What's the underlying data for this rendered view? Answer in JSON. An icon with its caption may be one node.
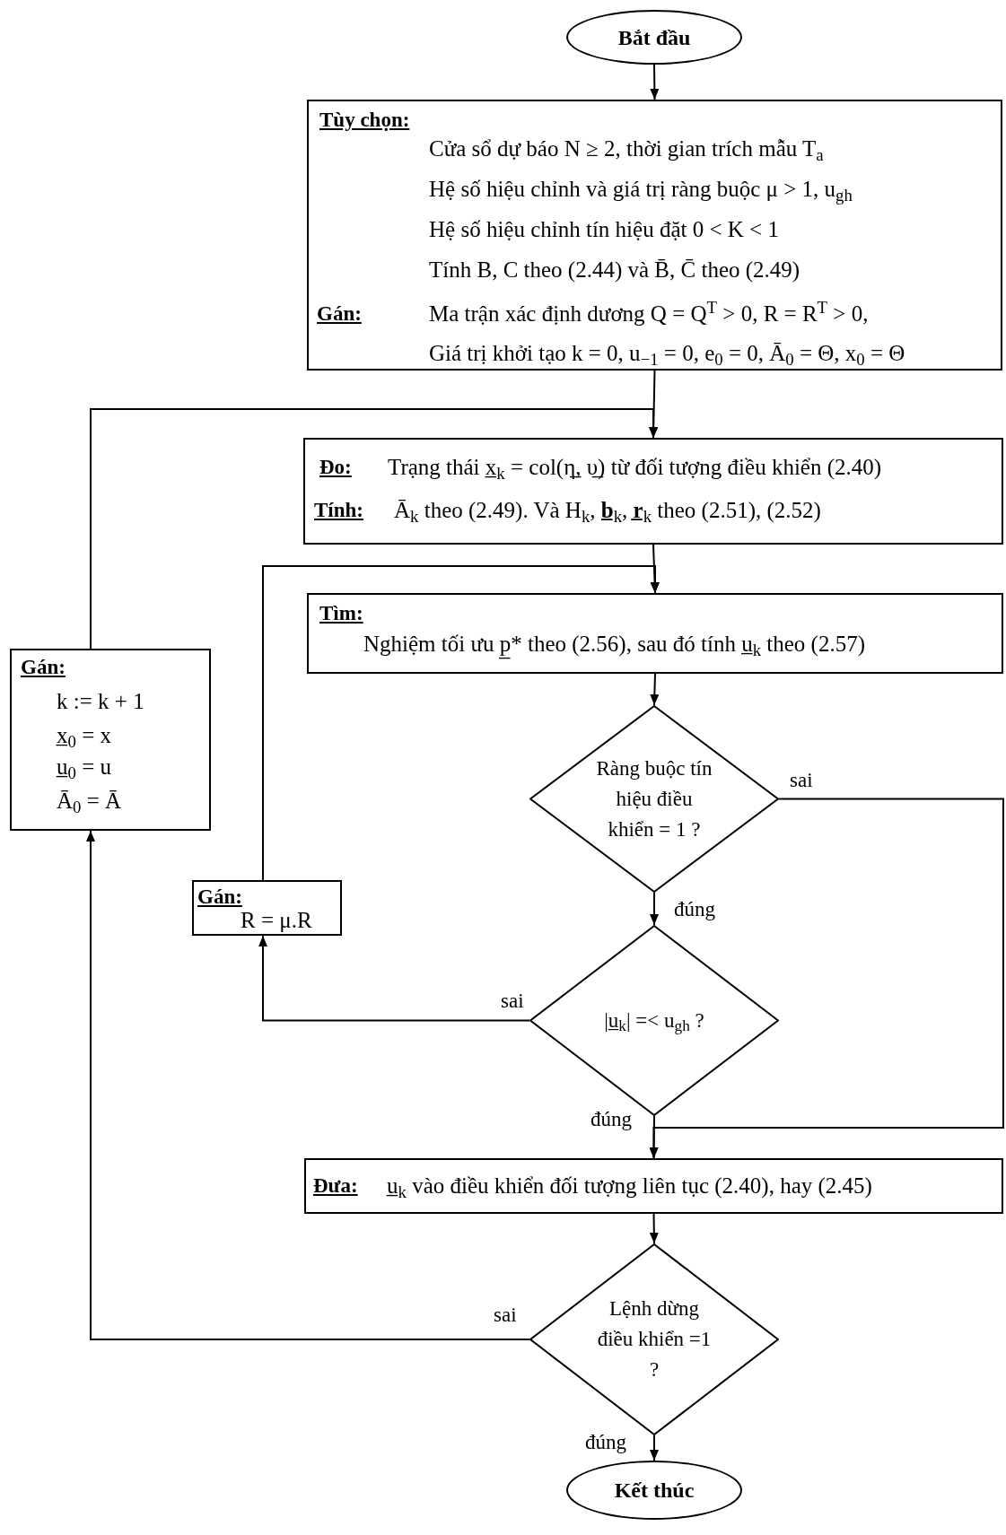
{
  "diagram": {
    "nodes": [
      {
        "text": [
          "Bắt đầu"
        ]
      },
      {
        "text": [
          "Tùy chọn:",
          "Cửa sổ dự báo N ≥ 2, thời gian trích mẫu T$_{a}$",
          "Hệ số hiệu chỉnh và giá trị ràng buộc μ > 1, u$_{gh}$",
          "Hệ số hiệu chỉnh tín hiệu đặt 0 < K < 1",
          "Tính B, C theo (2.44) và B̄, C̄ theo (2.49)",
          "Gán:",
          "Ma trận xác định dương Q = Q$^{T}$ > 0, R = R$^{T}$ > 0,",
          "Giá trị khởi tạo k = 0, u$_{−1}$ = 0, e$_{0}$ = 0, Ā$_{0}$ = Θ, x$_{0}$ = Θ"
        ]
      },
      {
        "text": [
          "Đo:",
          "Trạng thái x̲$_{k}$ = col(η̲, υ̲) từ đối tượng điều khiển (2.40)",
          "Tính:",
          "Ā$_{k}$ theo (2.49). Và H$_{k}$, **b̲**$_{k}$, **r̲**$_{k}$ theo (2.51), (2.52)"
        ]
      },
      {
        "text": [
          "Tìm:",
          "Nghiệm tối ưu p̲* theo (2.56), sau đó tính u̲$_{k}$ theo (2.57)"
        ]
      },
      {
        "text": [
          "Ràng buộc tín hiệu điều khiển = 1 ?"
        ]
      },
      {
        "text": [
          "|u̲$_{k}$| =< u$_{gh}$ ?"
        ]
      },
      {
        "text": [
          "Gán:",
          "R = μ.R"
        ]
      },
      {
        "text": [
          "Gán:",
          "k := k + 1",
          "x̲$_{0}$ = x",
          "u̲$_{0}$ = u",
          "Ā$_{0}$ = Ā"
        ]
      },
      {
        "text": [
          "Đưa:",
          "u̲$_{k}$ vào điều khiển đối tượng liên tục (2.40), hay (2.45)"
        ]
      },
      {
        "text": [
          "Lệnh dừng điều khiển =1 ?"
        ]
      },
      {
        "text": [
          "Kết thúc"
        ]
      }
    ],
    "edges": [
      {
        "from": 0,
        "to": 1,
        "arrow": "to"
      },
      {
        "from": 1,
        "to": 2,
        "arrow": "to"
      },
      {
        "from": 2,
        "to": 3,
        "arrow": "to"
      },
      {
        "from": 3,
        "to": 4,
        "arrow": "to"
      },
      {
        "from": 4,
        "to": 5,
        "arrow": "to",
        "label": "đúng"
      },
      {
        "from": 4,
        "to": 8,
        "arrow": "to",
        "label": "sai"
      },
      {
        "from": 5,
        "to": 8,
        "arrow": "to",
        "label": "đúng"
      },
      {
        "from": 5,
        "to": 6,
        "arrow": "to",
        "label": "sai"
      },
      {
        "from": 6,
        "to": 3,
        "arrow": "to"
      },
      {
        "from": 8,
        "to": 9,
        "arrow": "to"
      },
      {
        "from": 9,
        "to": 10,
        "arrow": "to",
        "label": "đúng"
      },
      {
        "from": 9,
        "to": 7,
        "arrow": "to",
        "label": "sai"
      },
      {
        "from": 7,
        "to": 2,
        "arrow": "to"
      }
    ]
  }
}
